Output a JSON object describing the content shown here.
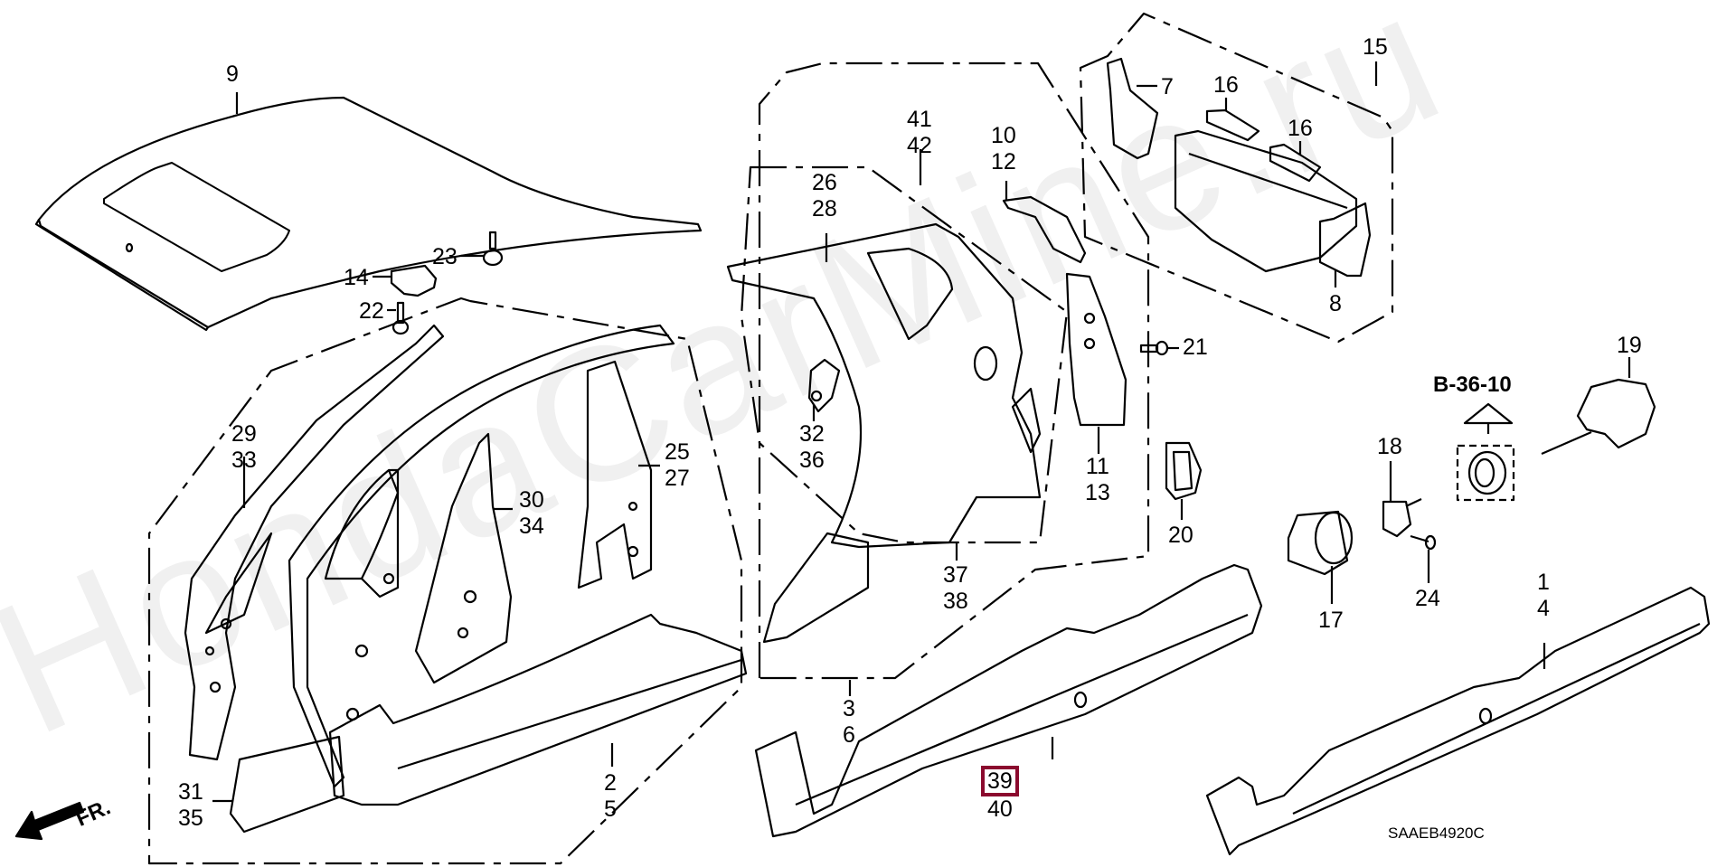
{
  "diagram": {
    "title_code": "SAAEB4920C",
    "watermark": "HondaCarMine.ru",
    "direction_label": "FR.",
    "reference": "B-36-10",
    "highlight_color": "#8b0a2e",
    "callouts": [
      {
        "id": "9",
        "lines": [
          "9"
        ]
      },
      {
        "id": "23",
        "lines": [
          "23"
        ]
      },
      {
        "id": "14",
        "lines": [
          "14"
        ]
      },
      {
        "id": "22",
        "lines": [
          "22"
        ]
      },
      {
        "id": "29-33",
        "lines": [
          "29",
          "33"
        ]
      },
      {
        "id": "30-34",
        "lines": [
          "30",
          "34"
        ]
      },
      {
        "id": "25-27",
        "lines": [
          "25",
          "27"
        ]
      },
      {
        "id": "31-35",
        "lines": [
          "31",
          "35"
        ]
      },
      {
        "id": "2-5",
        "lines": [
          "2",
          "5"
        ]
      },
      {
        "id": "41-42",
        "lines": [
          "41",
          "42"
        ]
      },
      {
        "id": "26-28",
        "lines": [
          "26",
          "28"
        ]
      },
      {
        "id": "10-12",
        "lines": [
          "10",
          "12"
        ]
      },
      {
        "id": "32-36",
        "lines": [
          "32",
          "36"
        ]
      },
      {
        "id": "11-13",
        "lines": [
          "11",
          "13"
        ]
      },
      {
        "id": "37-38",
        "lines": [
          "37",
          "38"
        ]
      },
      {
        "id": "3-6",
        "lines": [
          "3",
          "6"
        ]
      },
      {
        "id": "39-40",
        "lines": [
          "39",
          "40"
        ],
        "highlighted": "39"
      },
      {
        "id": "15",
        "lines": [
          "15"
        ]
      },
      {
        "id": "7",
        "lines": [
          "7"
        ]
      },
      {
        "id": "16a",
        "lines": [
          "16"
        ]
      },
      {
        "id": "16b",
        "lines": [
          "16"
        ]
      },
      {
        "id": "8",
        "lines": [
          "8"
        ]
      },
      {
        "id": "21",
        "lines": [
          "21"
        ]
      },
      {
        "id": "19",
        "lines": [
          "19"
        ]
      },
      {
        "id": "20",
        "lines": [
          "20"
        ]
      },
      {
        "id": "18",
        "lines": [
          "18"
        ]
      },
      {
        "id": "17",
        "lines": [
          "17"
        ]
      },
      {
        "id": "24",
        "lines": [
          "24"
        ]
      },
      {
        "id": "1-4",
        "lines": [
          "1",
          "4"
        ]
      }
    ]
  }
}
